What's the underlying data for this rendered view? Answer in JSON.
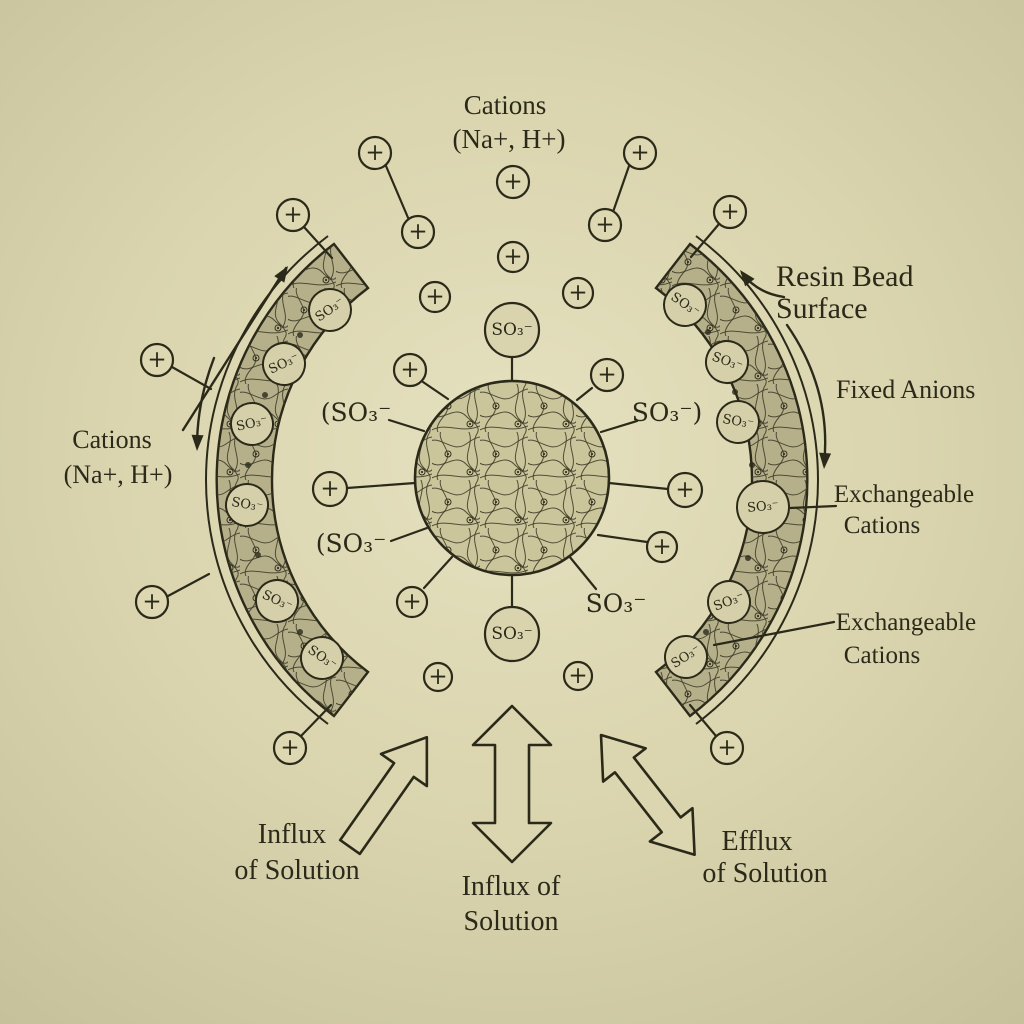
{
  "colors": {
    "ink": "#2b2a1a",
    "paper": "#dad5ae",
    "band": "#b5b08a",
    "bead": "#cac59b"
  },
  "labels": {
    "cations_top": {
      "line1": "Cations",
      "line2": "(Na+, H+)"
    },
    "cations_left": {
      "line1": "Cations",
      "line2": "(Na+,  H+)"
    },
    "resin_bead_surface": {
      "line1": "Resin Bead",
      "line2": "Surface"
    },
    "fixed_anions": "Fixed Anions",
    "exchangeable_cations_upper": {
      "line1": "Exchangeable",
      "line2": "Cations"
    },
    "exchangeable_cations_lower": {
      "line1": "Exchangeable",
      "line2": "Cations"
    },
    "influx_left": {
      "line1": "Influx",
      "line2": "of Solution"
    },
    "influx_center": {
      "line1": "Influx of",
      "line2": "Solution"
    },
    "efflux_right": {
      "line1": "Efflux",
      "line2": "of Solution"
    }
  },
  "symbols": {
    "plus": "+",
    "so3": "SO₃⁻",
    "so3_open": "(SO₃⁻",
    "so3_close": "SO₃⁻)"
  }
}
